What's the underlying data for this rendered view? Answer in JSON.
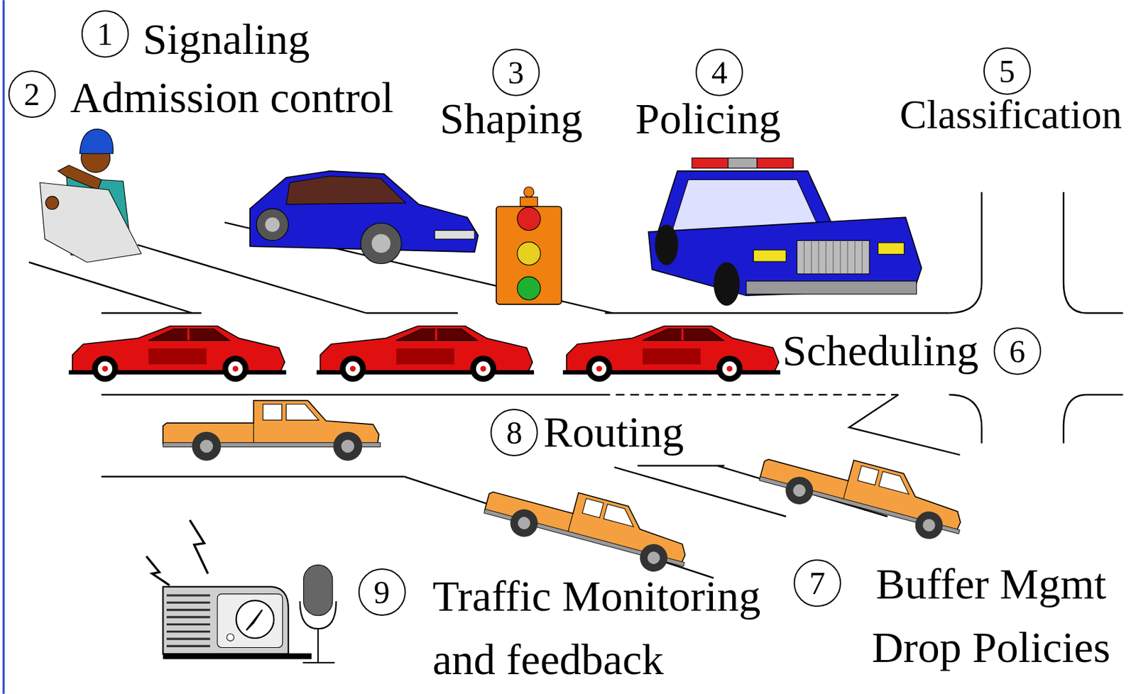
{
  "diagram": {
    "labels": [
      "1",
      "Signaling",
      "2",
      "Admission control",
      "3",
      "Shaping",
      "4",
      "Policing",
      "5",
      "Classification",
      "Scheduling",
      "6",
      "8",
      "Routing",
      "7",
      "Buffer Mgmt Drop Policies",
      "9",
      "Traffic Monitoring and feedback"
    ]
  }
}
